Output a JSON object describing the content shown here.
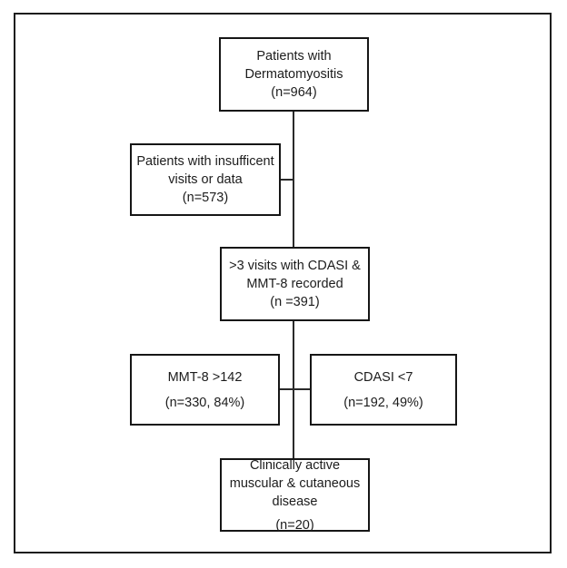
{
  "diagram": {
    "type": "flowchart",
    "colors": {
      "background": "#ffffff",
      "box_border": "#161616",
      "frame_border": "#1d1d1d",
      "text": "#1c1c1c",
      "connector": "#2a2a2a"
    },
    "boxes": {
      "patients": {
        "lines": [
          "Patients with",
          "Dermatomyositis",
          "(n=964)"
        ]
      },
      "insufficient": {
        "lines": [
          "Patients with insufficent",
          "visits or data",
          "(n=573)"
        ]
      },
      "visits": {
        "lines": [
          ">3 visits with CDASI &",
          "MMT-8 recorded",
          "(n =391)"
        ]
      },
      "mmt8": {
        "lines": [
          "MMT-8 >142",
          "(n=330, 84%)"
        ]
      },
      "cdasi": {
        "lines": [
          "CDASI <7",
          "(n=192, 49%)"
        ]
      },
      "active": {
        "lines": [
          "Clinically active",
          "muscular & cutaneous",
          "disease",
          "(n=20)"
        ]
      }
    }
  }
}
